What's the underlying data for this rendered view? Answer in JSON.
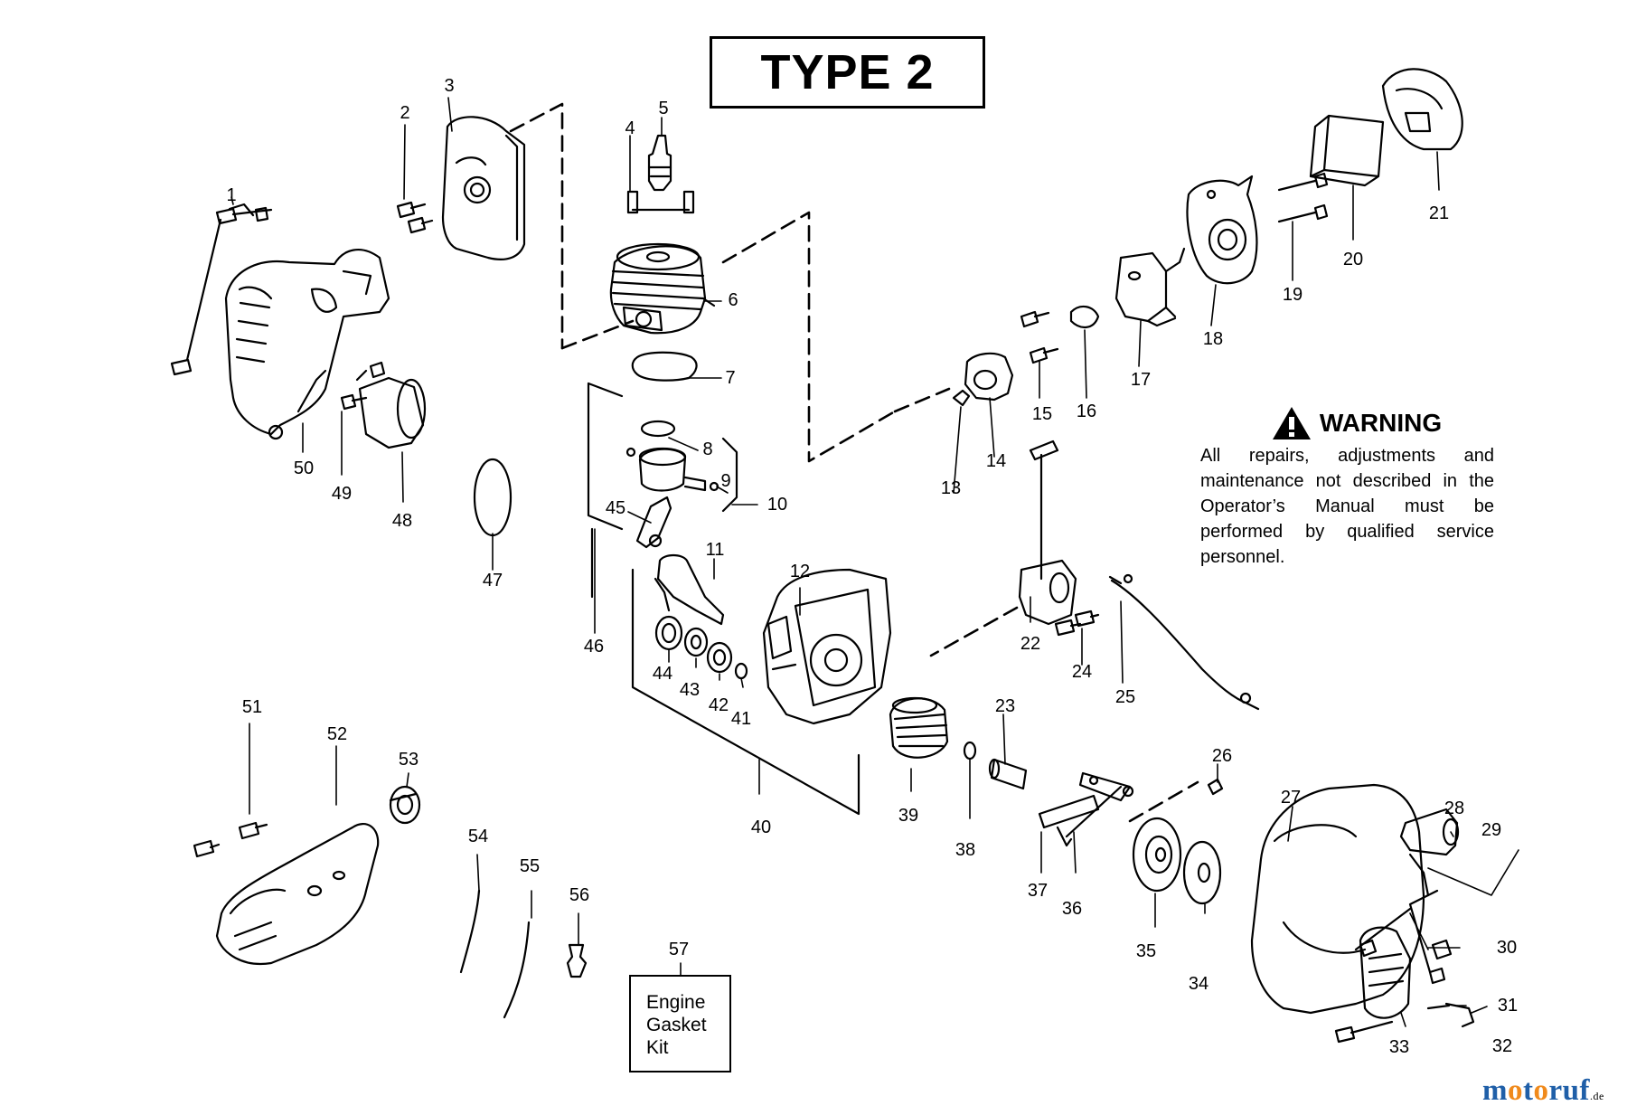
{
  "title": "TYPE 2",
  "warning": {
    "heading": "WARNING",
    "text": "All repairs, adjustments and maintenance not described in the Operator’s Manual must be performed by qualified service personnel."
  },
  "kit_box": {
    "lines": [
      "Engine",
      "Gasket",
      "Kit"
    ]
  },
  "watermark": {
    "name": "motoruf",
    "suffix": ".de"
  },
  "part_numbers": [
    "1",
    "2",
    "3",
    "4",
    "5",
    "6",
    "7",
    "8",
    "9",
    "10",
    "11",
    "12",
    "13",
    "14",
    "15",
    "16",
    "17",
    "18",
    "19",
    "20",
    "21",
    "22",
    "23",
    "24",
    "25",
    "26",
    "27",
    "28",
    "29",
    "30",
    "31",
    "32",
    "33",
    "34",
    "35",
    "36",
    "37",
    "38",
    "39",
    "40",
    "41",
    "42",
    "43",
    "44",
    "45",
    "46",
    "47",
    "48",
    "49",
    "50",
    "51",
    "52",
    "53",
    "54",
    "55",
    "56",
    "57"
  ],
  "colors": {
    "line": "#000000",
    "background": "#ffffff",
    "brand_blue": "#1f5fa8",
    "brand_orange": "#f08a1c"
  }
}
